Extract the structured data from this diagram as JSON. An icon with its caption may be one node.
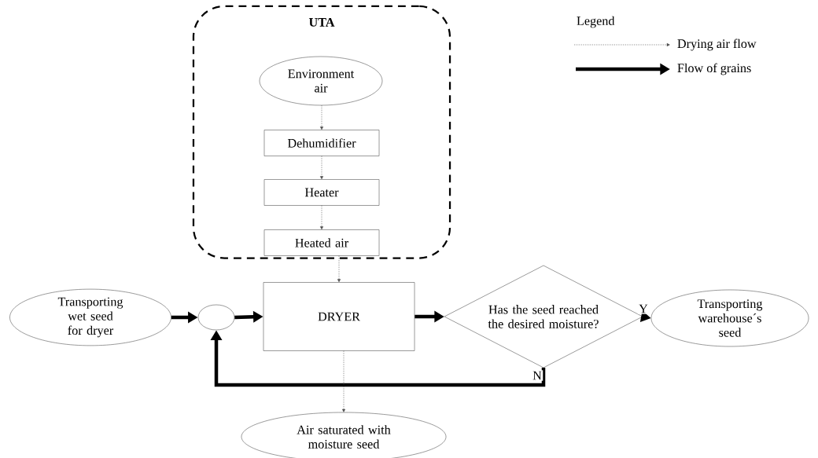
{
  "diagram": {
    "nodes": [
      {
        "text": [
          "UTA"
        ]
      },
      {
        "text": [
          "Environment air"
        ],
        "in": 0
      },
      {
        "text": [
          "Dehumidifier"
        ],
        "in": 0
      },
      {
        "text": [
          "Heater"
        ],
        "in": 0
      },
      {
        "text": [
          "Heated air"
        ],
        "in": 0
      },
      {
        "text": [
          "Transporting wet seed for dryer"
        ]
      },
      {
        "text": [],
        "shape": "circle"
      },
      {
        "text": [
          "DRYER"
        ]
      },
      {
        "text": [
          "Has the seed reached the desired moisture?"
        ]
      },
      {
        "text": [
          "Transporting warehouse´s seed"
        ]
      },
      {
        "text": [
          "Air saturated with moisture seed"
        ]
      }
    ],
    "edges": [
      {
        "from": 1,
        "to": 2,
        "arrow": "to",
        "style": "dashed"
      },
      {
        "from": 2,
        "to": 3,
        "arrow": "to",
        "style": "dashed"
      },
      {
        "from": 3,
        "to": 4,
        "arrow": "to",
        "style": "dashed"
      },
      {
        "from": 4,
        "to": 7,
        "arrow": "to",
        "style": "dashed"
      },
      {
        "from": 5,
        "to": 6,
        "arrow": "to",
        "style": "thick"
      },
      {
        "from": 6,
        "to": 7,
        "arrow": "to",
        "style": "thick"
      },
      {
        "from": 7,
        "to": 8,
        "arrow": "to",
        "style": "thick"
      },
      {
        "from": 8,
        "to": 9,
        "arrow": "to",
        "style": "thick",
        "label": "Y"
      },
      {
        "from": 8,
        "to": 6,
        "arrow": "to",
        "style": "thick",
        "label": "N"
      },
      {
        "from": 7,
        "to": 10,
        "arrow": "to",
        "style": "dashed"
      }
    ],
    "labels": [
      "Legend"
    ],
    "legend": [
      {
        "text": "Drying air flow"
      },
      {
        "text": "Flow of grains"
      }
    ]
  }
}
